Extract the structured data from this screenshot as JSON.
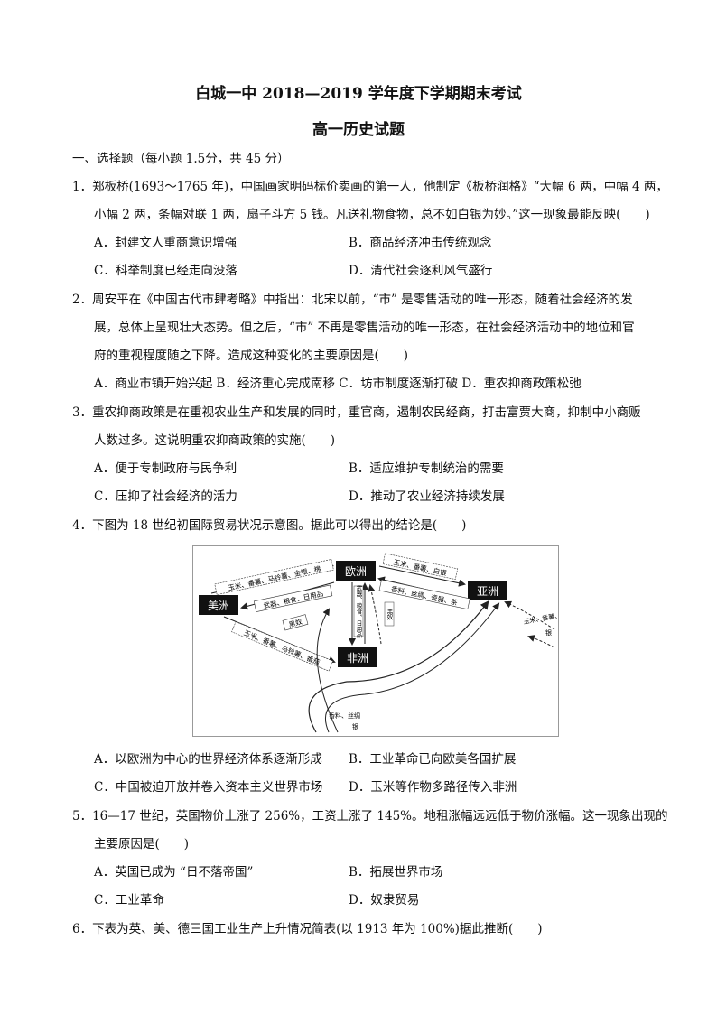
{
  "header": {
    "title": "白城一中 2018—2019 学年度下学期期末考试",
    "subtitle": "高一历史试题"
  },
  "section": "一、选择题（每小题 1.5分，共 45 分）",
  "q1": {
    "l1": "1．郑板桥(1693～1765 年)，中国画家明码标价卖画的第一人，他制定《板桥润格》“大幅 6 两，中幅 4 两，",
    "l2": "小幅 2 两，条幅对联 1 两，扇子斗方 5 钱。凡送礼物食物，总不如白银为妙。”这一现象最能反映(　　)",
    "a": "A．封建文人重商意识增强",
    "b": "B．商品经济冲击传统观念",
    "c": "C．科举制度已经走向没落",
    "d": "D．清代社会逐利风气盛行"
  },
  "q2": {
    "l1": "2．周安平在《中国古代市肆考略》中指出：北宋以前，“市” 是零售活动的唯一形态，随着社会经济的发",
    "l2": "展，总体上呈现壮大态势。但之后，“市” 不再是零售活动的唯一形态，在社会经济活动中的地位和官",
    "l3": "府的重视程度随之下降。造成这种变化的主要原因是(　　)",
    "opts": "A．商业市镇开始兴起  B．经济重心完成南移   C．坊市制度逐渐打破  D．重农抑商政策松弛"
  },
  "q3": {
    "l1": "3．重农抑商政策是在重视农业生产和发展的同时，重官商，遏制农民经商，打击富贾大商，抑制中小商贩",
    "l2": "人数过多。这说明重农抑商政策的实施(　　)",
    "a": "A．便于专制政府与民争利",
    "b": "B．适应维护专制统治的需要",
    "c": "C．压抑了社会经济的活力",
    "d": "D．推动了农业经济持续发展"
  },
  "q4": {
    "l1": "4．下图为 18 世纪初国际贸易状况示意图。据此可以得出的结论是(　　)",
    "a": "A．以欧洲为中心的世界经济体系逐渐形成",
    "b": "B．工业革命已向欧美各国扩展",
    "c": "C．中国被迫开放并卷入资本主义世界市场",
    "d": "D．玉米等作物多路径传入非洲"
  },
  "map": {
    "europe": "欧洲",
    "america": "美洲",
    "asia": "亚洲",
    "africa": "非洲",
    "lbl_am_eu": "玉米、番薯、马铃薯、金银、棉",
    "lbl_eu_am": "武器、粮食、日用品",
    "lbl_slave": "黑奴",
    "lbl_am_af": "玉米、番薯、马铃薯、番茄",
    "lbl_eu_af": "武器、粮食、日用品",
    "lbl_af_eu": "黑奴",
    "lbl_eu_as": "玉米、番薯、白银",
    "lbl_as_eu": "香料、丝绸、瓷器、茶",
    "lbl_right": "玉米、番薯、",
    "lbl_right2": "银",
    "lbl_bottom": "香料、丝绸",
    "lbl_bottom2": "银"
  },
  "q5": {
    "l1": "5．16—17 世纪，英国物价上涨了 256%，工资上涨了 145%。地租涨幅远远低于物价涨幅。这一现象出现的",
    "l2": "主要原因是(　　)",
    "a": "A．英国已成为 “日不落帝国”",
    "b": "B．拓展世界市场",
    "c": "C．工业革命",
    "d": "D．奴隶贸易"
  },
  "q6": {
    "l1": "6．下表为英、美、德三国工业生产上升情况简表(以 1913 年为 100%)据此推断(　　)"
  }
}
